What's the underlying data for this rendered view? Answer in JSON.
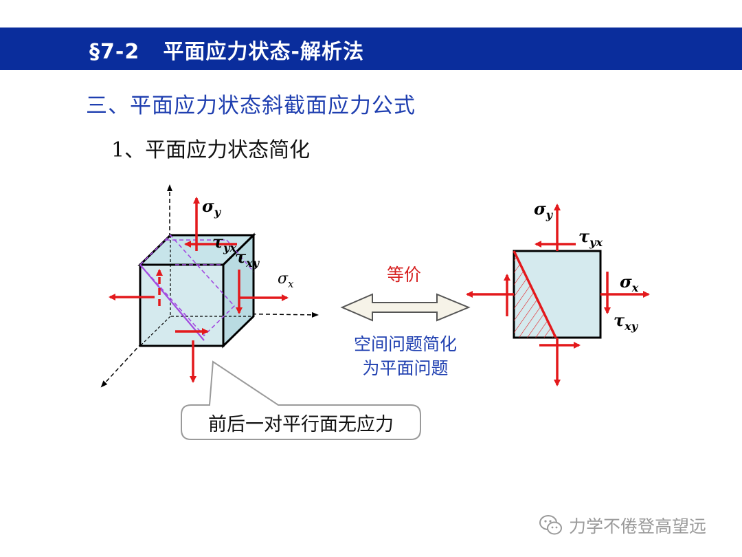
{
  "header": {
    "title": "§7-2   平面应力状态-解析法"
  },
  "section_heading": "三、平面应力状态斜截面应力公式",
  "sub_heading": {
    "number": "1",
    "text": "、平面应力状态简化"
  },
  "cube_labels": {
    "sigma_y": {
      "base": "σ",
      "sub": "y"
    },
    "tau_yx": {
      "base": "τ",
      "sub": "yx"
    },
    "tau_xy": {
      "base": "τ",
      "sub": "xy"
    },
    "sigma_x": {
      "base": "σ",
      "sub": "x"
    }
  },
  "square_labels": {
    "sigma_y": {
      "base": "σ",
      "sub": "y"
    },
    "tau_yx": {
      "base": "τ",
      "sub": "yx"
    },
    "sigma_x": {
      "base": "σ",
      "sub": "x"
    },
    "tau_xy": {
      "base": "τ",
      "sub": "xy"
    }
  },
  "equivalence_label": "等价",
  "note_lines": [
    "空间问题简化",
    "为平面问题"
  ],
  "callout_text": "前后一对平行面无应力",
  "watermark": "力学不倦登高望远",
  "colors": {
    "header_bg": "#0a2d9c",
    "heading_blue": "#1f3fb0",
    "arrow_red": "#e3191c",
    "face_fill": "#d5eaee",
    "hatch_purple": "#a24ae0"
  }
}
